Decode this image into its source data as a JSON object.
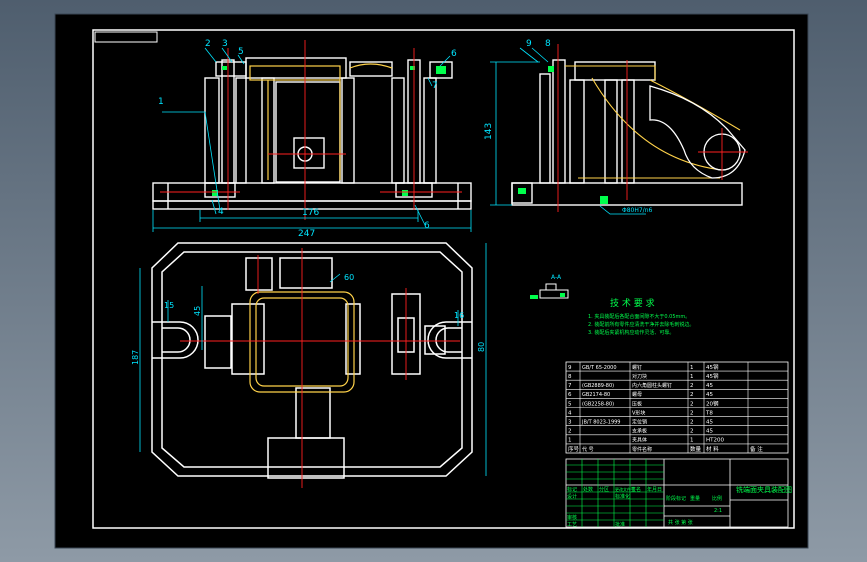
{
  "colors": {
    "viewport_bg": "#000000",
    "outline": "#ffffff",
    "centerline": "#ff2020",
    "part_yellow": "#ffd24a",
    "dimension": "#00e5ff",
    "annotation": "#00ff4c",
    "table_text": "#ffffff"
  },
  "views": {
    "front": {
      "leaders": [
        "2",
        "3",
        "5",
        "6",
        "7",
        "1",
        "4",
        "6"
      ],
      "dims": {
        "inner_width": "176",
        "overall_width": "247"
      }
    },
    "side": {
      "leaders": [
        "9",
        "8"
      ],
      "dims": {
        "height": "143",
        "fit": "Φ80H7/n6"
      }
    },
    "top": {
      "dims": {
        "left_h": "187",
        "right_h": "80",
        "d1": "45",
        "d2": "15",
        "d3": "16",
        "d4": "60"
      }
    },
    "section_label": "A-A"
  },
  "tech": {
    "title": "技 术 要 求",
    "notes": [
      "1. 夹具装配后各配合面间隙不大于0.05mm。",
      "2. 装配前所有零件应清洗干净并去除毛刺锐边。",
      "3. 装配后夹紧机构应动作灵活、可靠。"
    ]
  },
  "bom": {
    "rows": [
      {
        "no": "9",
        "code": "GB/T 65-2000",
        "name": "螺钉",
        "qty": "1",
        "mat": "45钢",
        "note": ""
      },
      {
        "no": "8",
        "code": "",
        "name": "对刀块",
        "qty": "1",
        "mat": "45钢",
        "note": ""
      },
      {
        "no": "7",
        "code": "(GB2889-80)",
        "name": "内六角圆柱头螺钉",
        "qty": "2",
        "mat": "45",
        "note": ""
      },
      {
        "no": "6",
        "code": "GB2174-80",
        "name": "螺母",
        "qty": "2",
        "mat": "45",
        "note": ""
      },
      {
        "no": "5",
        "code": "(GB2258-80)",
        "name": "压板",
        "qty": "2",
        "mat": "20钢",
        "note": ""
      },
      {
        "no": "4",
        "code": "",
        "name": "V形块",
        "qty": "2",
        "mat": "T8",
        "note": ""
      },
      {
        "no": "3",
        "code": "JB/T 8023-1999",
        "name": "定位销",
        "qty": "2",
        "mat": "45",
        "note": ""
      },
      {
        "no": "2",
        "code": "",
        "name": "支承板",
        "qty": "2",
        "mat": "45",
        "note": ""
      },
      {
        "no": "1",
        "code": "",
        "name": "夹具体",
        "qty": "1",
        "mat": "HT200",
        "note": ""
      }
    ],
    "header": {
      "no": "序号",
      "code": "代 号",
      "name": "零件名称",
      "qty": "数量",
      "mat": "材 料",
      "note": "备 注"
    }
  },
  "title_block": {
    "drawing_title": "铣端面夹具装配图",
    "sign_labels": [
      "标记",
      "处数",
      "分区",
      "更改文件号",
      "签名",
      "年月日"
    ],
    "role_labels": [
      "设计",
      "审核",
      "工艺"
    ],
    "stage_labels": [
      "阶段标记",
      "重量",
      "比例"
    ],
    "scale": "2:1",
    "sheet": "共  张  第  张",
    "std": "标准化",
    "approve": "批准"
  }
}
